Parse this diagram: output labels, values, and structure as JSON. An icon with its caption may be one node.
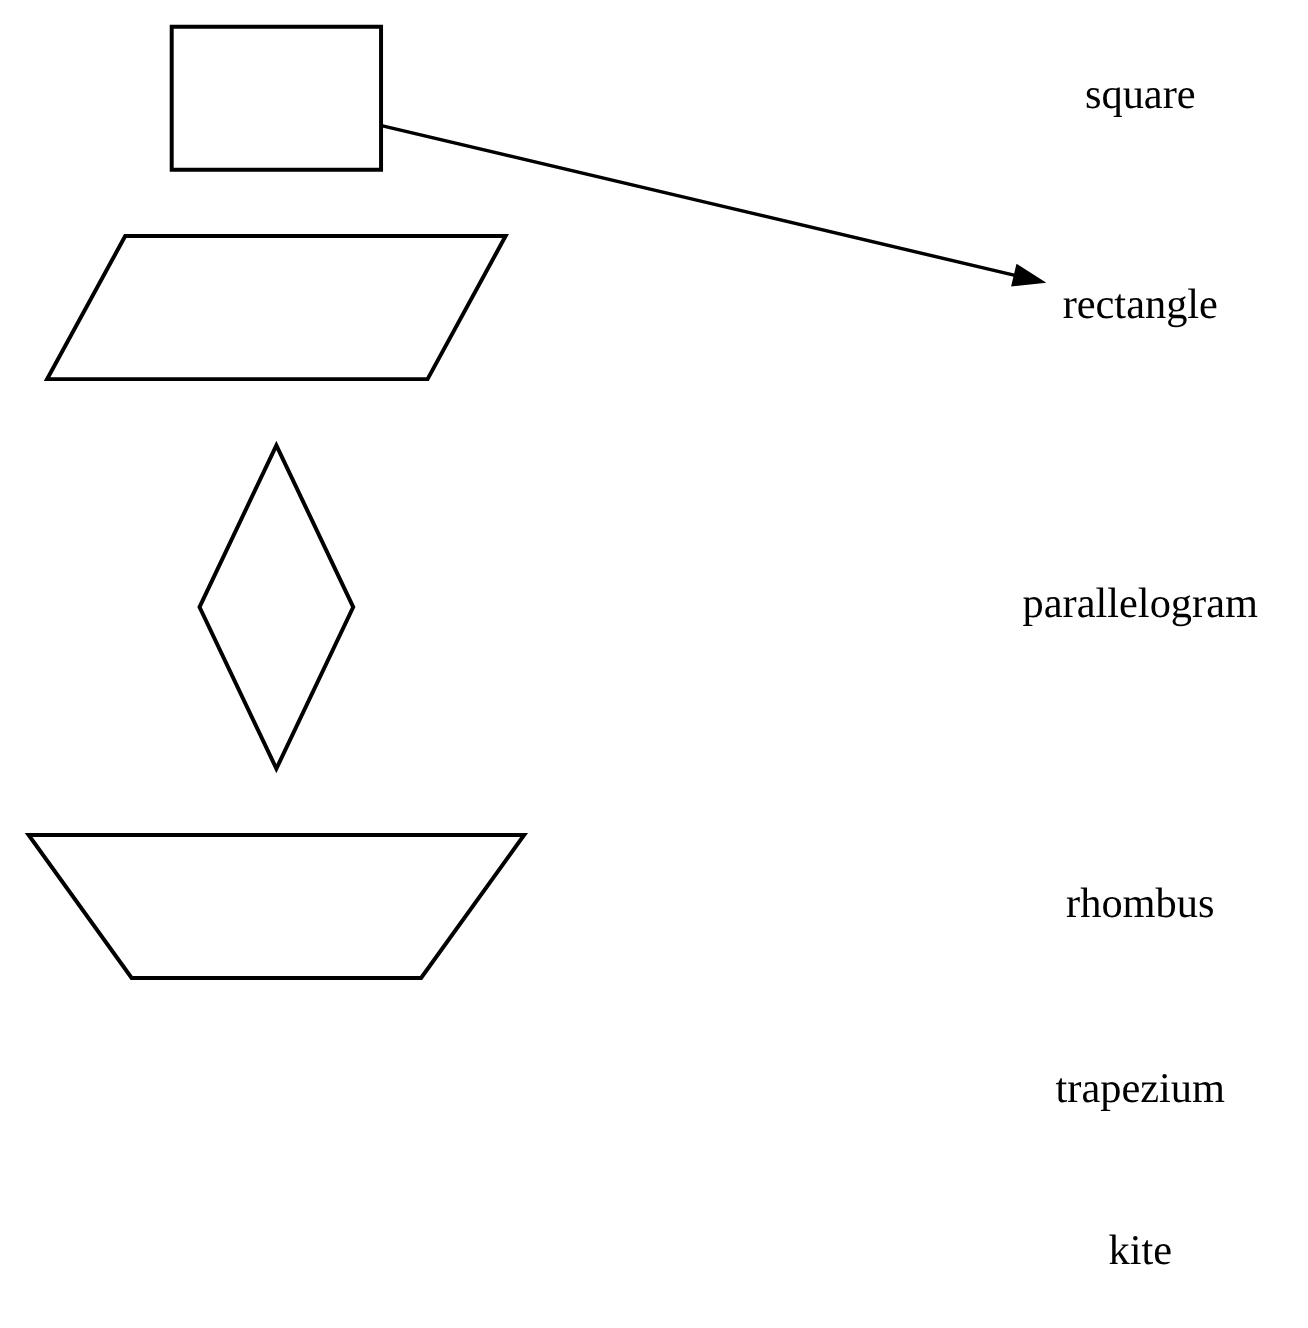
{
  "diagram": {
    "nodes": [
      {
        "text": [],
        "shape": "box"
      },
      {
        "text": [],
        "shape": "parallelogram"
      },
      {
        "text": [],
        "shape": "kite"
      },
      {
        "text": [],
        "shape": "trapezium"
      },
      {
        "text": [
          "rectangle"
        ]
      }
    ],
    "edges": [
      {
        "from": 0,
        "to": 4,
        "arrow": "to"
      }
    ],
    "labels": [
      "square",
      "parallelogram",
      "rhombus",
      "trapezium",
      "kite"
    ]
  }
}
